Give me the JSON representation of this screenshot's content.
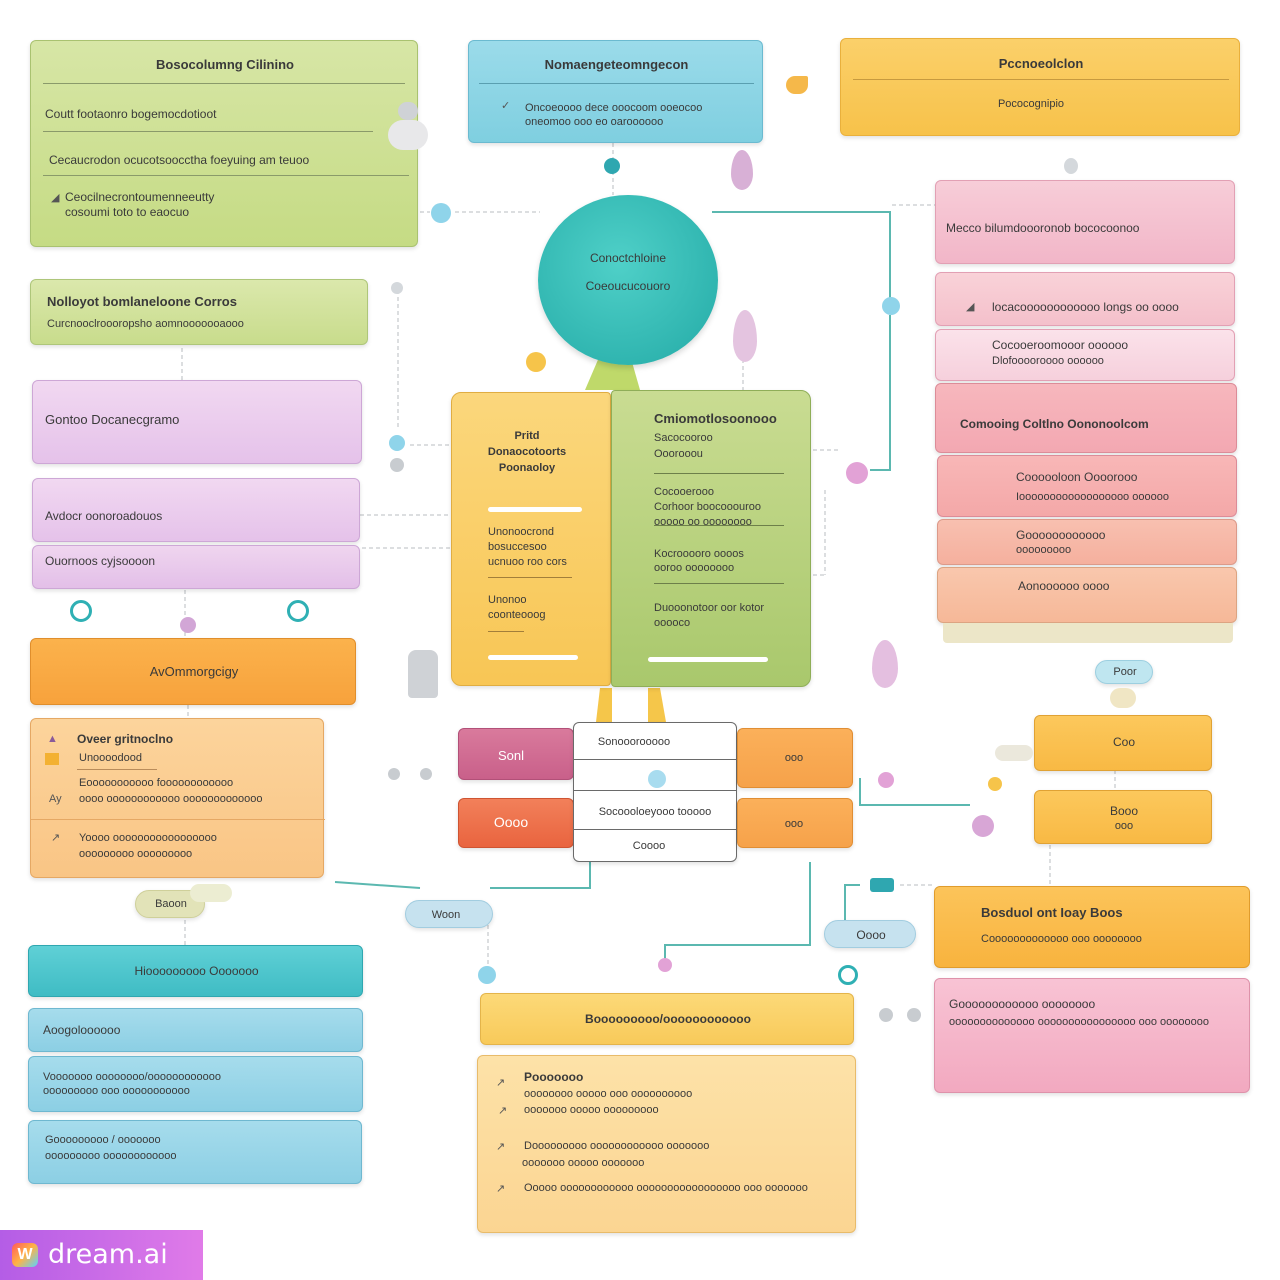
{
  "top_left": {
    "title": "Bosocolumng Cilinino",
    "line1": "Coutt footaonro bogemocdotioot",
    "line2": "Cecaucrodon ocucotsoocctha foeyuing am teuoo",
    "line3a": "Ceocilnecrontoumenneeutty",
    "line3b": "cosoumi toto to eaocuo"
  },
  "top_center": {
    "title": "Nomaengeteomngecon",
    "line1": "Oncoeoooo dece ooocoom ooeocoo",
    "line2": "oneomoo ooo eo oaroooooo"
  },
  "top_right": {
    "title": "Pccnoeolclon",
    "subtitle": "Pococognipio"
  },
  "left_green": {
    "title": "Nolloyot bomlaneloone Corros",
    "line": "Curcnooclroooropsho aomnooooooaooo"
  },
  "left_purple": {
    "item1": "Gontoo Docanecgramo",
    "item2": "Avdocr oonoroadouos",
    "item3": "Ouornoos cyjsoooon"
  },
  "center_circle": {
    "line1": "Conoctchloine",
    "line2": "Coeoucucouoro"
  },
  "center_book_left": {
    "title1": "Pritd",
    "title2": "Donaocotoorts",
    "title3": "Poonaoloy",
    "line1": "Unonoocrond",
    "line2": "bosuccesoo",
    "line3": "ucnuoo roo cors",
    "line4": "Unonoo",
    "line5": "coonteooog"
  },
  "center_book_right": {
    "title": "Cmiomotlosoonooo",
    "sub1": "Sacocooroo",
    "sub2": "Ooorooou",
    "l1": "Cocooerooo",
    "l2": "Corhoor boocooouroo",
    "l3": "ooooo oo oooooooo",
    "l4": "Kocrooooro oooos",
    "l5": "ooroo oooooooo",
    "l6": "Duooonotoor oor kotor",
    "l7": "ooooco"
  },
  "right_pink": {
    "item1": "Mecco bilumdoooronob bococoonoo",
    "item2": "locacoooooooooooo longs oo oooo",
    "item3a": "Cocooeroomooor oooooo",
    "item3b": "Dlofooooroooo oooooo",
    "section": "Comooing Coltlno Oononoolcom",
    "item4a": "Coooooloon Oooorooo",
    "item4b": "Ioooooooooooooooooo oooooo",
    "item5a": "Goooooooooooo",
    "item5b": "ooooooooo",
    "item6": "Aonoooooo oooo"
  },
  "left_orange": {
    "header": "AvOmmorgcigy",
    "item1a": "Oveer gritnoclno",
    "item1b": "Unoooodood",
    "item2a": "Eooooooooooo foooooooooooo",
    "item2b": "oooo oooooooooooo ooooooooooooo",
    "item3a": "Yoooo ooooooooooooooooo",
    "item3b": "ooooooooo ooooooooo"
  },
  "center_table": {
    "left1": "Sonl",
    "left2": "Oooo",
    "mid1": "Sonooorooooo",
    "mid2": "Socoooloeyooo tooooo",
    "mid3": "Coooo",
    "right1": "ooo",
    "right2": "ooo"
  },
  "right_small": {
    "box1": "Coo",
    "box2a": "Booo",
    "box2b": "ooo",
    "pill": "Poor"
  },
  "right_orange": {
    "title": "Bosduol ont Ioay Boos",
    "line": "Cooooooooooooo ooo oooooooo"
  },
  "right_bottom_pink": {
    "line1": "Goooooooooooo oooooooo",
    "line2": "oooooooooooooo oooooooooooooooo ooo oooooooo"
  },
  "pills": {
    "pill_left": "Baoon",
    "pill_center": "Woon",
    "pill_right": "Oooo"
  },
  "left_teal": {
    "header": "Hiooooooooo Ooooooo",
    "item1": "Aoogoloooooo",
    "item2a": "Vooooooo oooooooo/oooooooooooo",
    "item2b": "ooooooooo ooo ooooooooooo",
    "item3a": "Gooooooooo / ooooooo",
    "item3b": "ooooooooo oooooooooooo"
  },
  "bottom_center": {
    "header": "Booooooooo/oooooooooooo",
    "l1": "Pooooooo",
    "l2": "oooooooo ooooo ooo oooooooooo",
    "l3": "ooooooo ooooo ooooooooo",
    "l4": "Dooooooooo oooooooooooo ooooooo",
    "l5": "ooooooo ooooo ooooooo",
    "l6": "Ooooo oooooooooooo ooooooooooooooooo ooo ooooooo"
  },
  "watermark": {
    "logo": "W",
    "text": "dream.ai"
  }
}
